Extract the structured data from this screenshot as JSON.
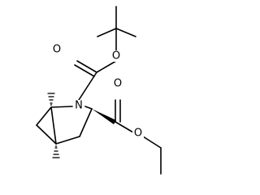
{
  "atoms": {
    "carbonyl_oxygen_boc": "O",
    "ester_oxygen_boc": "O",
    "ring_nitrogen": "N",
    "carbonyl_oxygen_ester": "O",
    "ester_oxygen_ethyl": "O"
  },
  "colors": {
    "bond": "#000000",
    "background": "#ffffff"
  }
}
